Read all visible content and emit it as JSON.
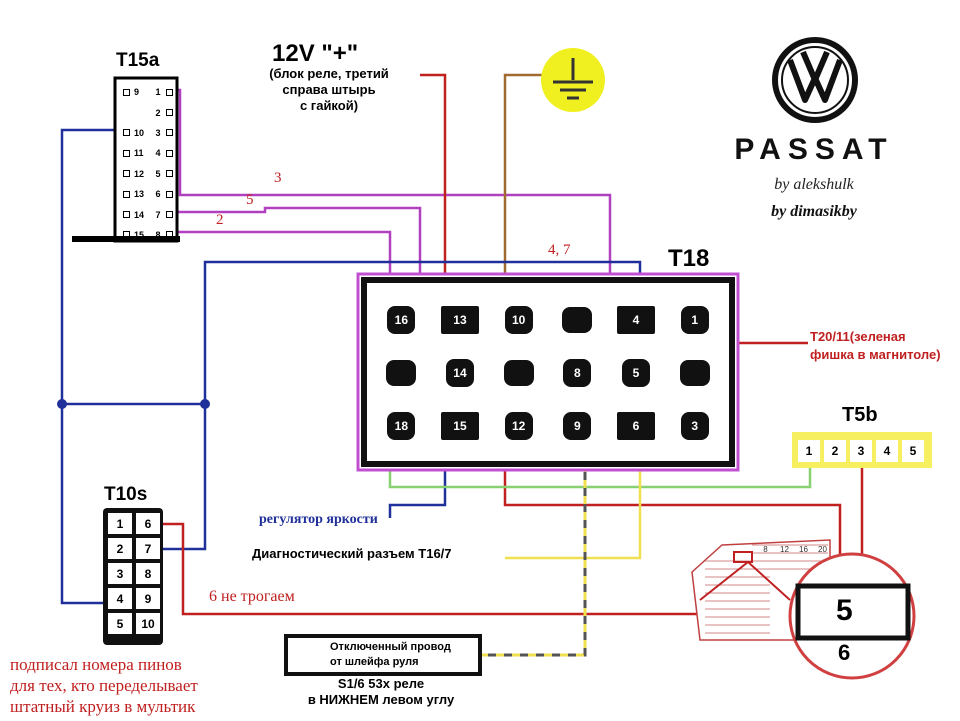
{
  "t15a": {
    "title": "T15a",
    "rows": [
      {
        "left": "9",
        "right": "1"
      },
      {
        "left": "",
        "right": "2"
      },
      {
        "left": "10",
        "right": "3"
      },
      {
        "left": "11",
        "right": "4"
      },
      {
        "left": "12",
        "right": "5"
      },
      {
        "left": "13",
        "right": "6"
      },
      {
        "left": "14",
        "right": "7"
      },
      {
        "left": "15",
        "right": "8"
      }
    ]
  },
  "power": {
    "title": "12V \"+\"",
    "lines": [
      "(блок реле, третий",
      "справа штырь",
      "с гайкой)"
    ]
  },
  "brand": {
    "model": "PASSAT",
    "author1": "by alekshulk",
    "author2": "by dimasikby"
  },
  "t18": {
    "title": "T18",
    "pins": [
      "16",
      "13",
      "10",
      "",
      "4",
      "1",
      "",
      "14",
      "",
      "8",
      "5",
      "",
      "18",
      "15",
      "12",
      "9",
      "6",
      "3"
    ]
  },
  "wire_labels": {
    "w3": "3",
    "w5": "5",
    "w2": "2",
    "w47": "4, 7"
  },
  "t20_note": [
    "T20/11(зеленая",
    "фишка в магнитоле)"
  ],
  "t5b": {
    "title": "T5b",
    "pins": [
      "1",
      "2",
      "3",
      "4",
      "5"
    ]
  },
  "t10s": {
    "title": "T10s",
    "pins": [
      [
        "1",
        "6"
      ],
      [
        "2",
        "7"
      ],
      [
        "3",
        "8"
      ],
      [
        "4",
        "9"
      ],
      [
        "5",
        "10"
      ]
    ]
  },
  "labels": {
    "brightness": "регулятор яркости",
    "diag": "Диагностический разъем T16/7",
    "no_touch": "6 не трогаем",
    "disconnected": [
      "Отключенный провод",
      "от шлейфа руля"
    ],
    "relay": [
      "S1/6 53x реле",
      "в НИЖНЕМ левом углу"
    ],
    "note": [
      "подписал номера пинов",
      "для тех, кто переделывает",
      "штатный круиз в мультик"
    ]
  },
  "relay_block": {
    "top_row": [
      "8",
      "12",
      "16",
      "20"
    ],
    "zoom_pin": "5",
    "zoom_pin_below": "6"
  },
  "colors": {
    "purple": "#b040c0",
    "red": "#c02020",
    "blue": "#20309a",
    "brown": "#a06a30",
    "green": "#88d070",
    "yellow": "#f0e050",
    "ground": "#f0f020"
  }
}
